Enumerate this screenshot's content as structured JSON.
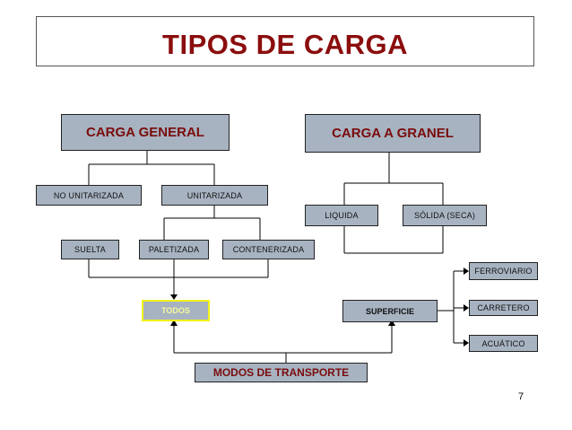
{
  "title": "TIPOS DE CARGA",
  "nodes": {
    "carga_general": "CARGA GENERAL",
    "carga_granel": "CARGA A GRANEL",
    "no_unitarizada": "NO UNITARIZADA",
    "unitarizada": "UNITARIZADA",
    "liquida": "LIQUIDA",
    "solida": "SÓLIDA (SECA)",
    "suelta": "SUELTA",
    "paletizada": "PALETIZADA",
    "contenerizada": "CONTENERIZADA",
    "todos": "TODOS",
    "superficie": "SUPERFICIE",
    "ferroviario": "FERROVIARIO",
    "carretero": "CARRETERO",
    "acuatico": "ACUÁTICO",
    "modos": "MODOS DE TRANSPORTE"
  },
  "page_number": "7",
  "colors": {
    "box_fill": "#a7b3c1",
    "title_text": "#8b0d0d",
    "todos_border": "#f2f21a"
  }
}
